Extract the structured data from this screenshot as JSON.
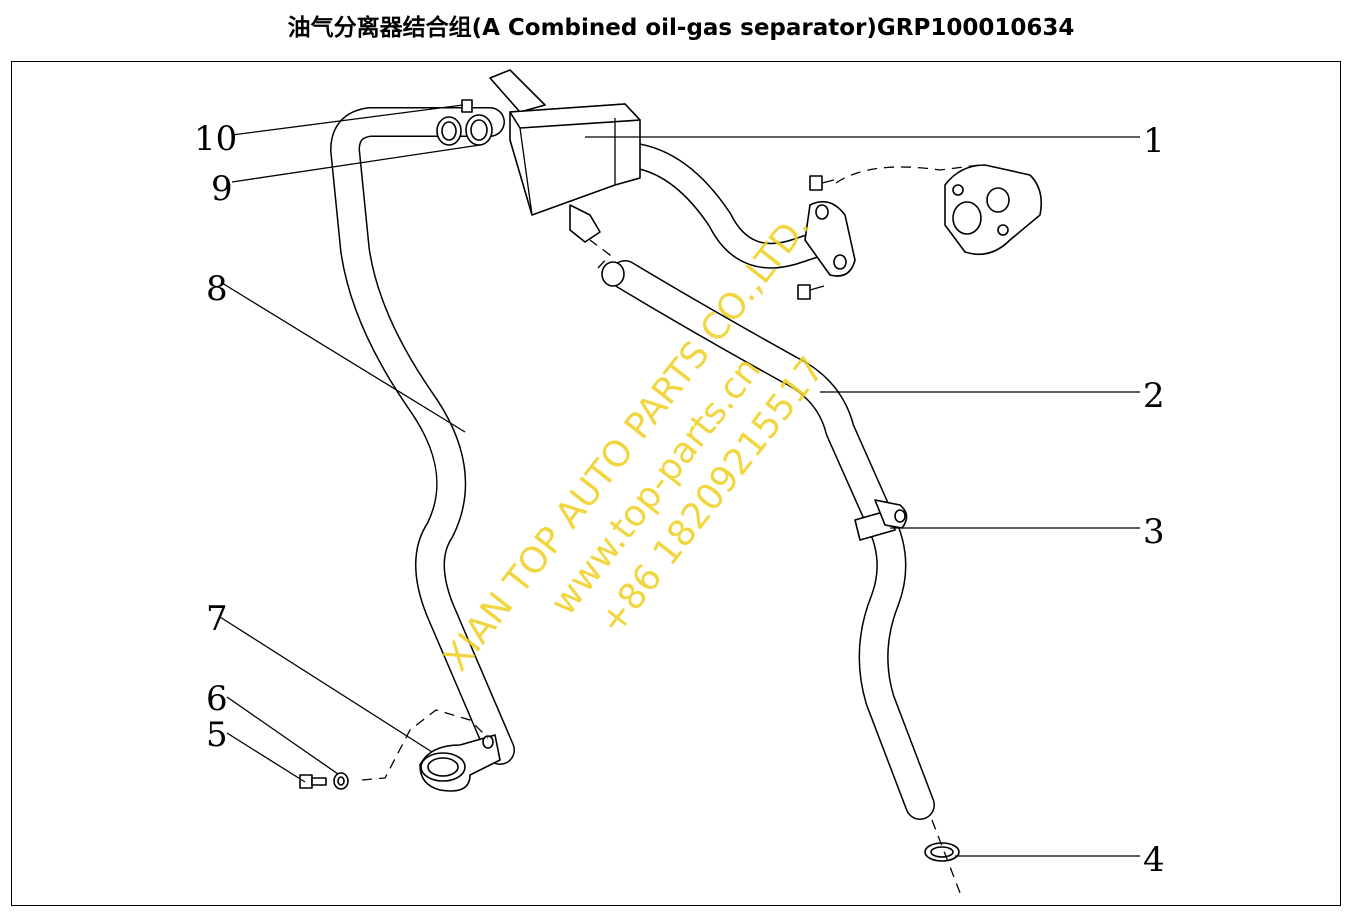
{
  "title": "油气分离器结合组(A Combined oil-gas separator)GRP100010634",
  "watermark": {
    "line1": "XIAN TOP AUTO PARTS CO.,LTD.",
    "line2": "www.top-parts.cn",
    "line3": "+86 18209215517",
    "color": "#f0cf1e"
  },
  "callouts": [
    {
      "label": "1"
    },
    {
      "label": "2"
    },
    {
      "label": "3"
    },
    {
      "label": "4"
    },
    {
      "label": "5"
    },
    {
      "label": "6"
    },
    {
      "label": "7"
    },
    {
      "label": "8"
    },
    {
      "label": "9"
    },
    {
      "label": "10"
    }
  ]
}
